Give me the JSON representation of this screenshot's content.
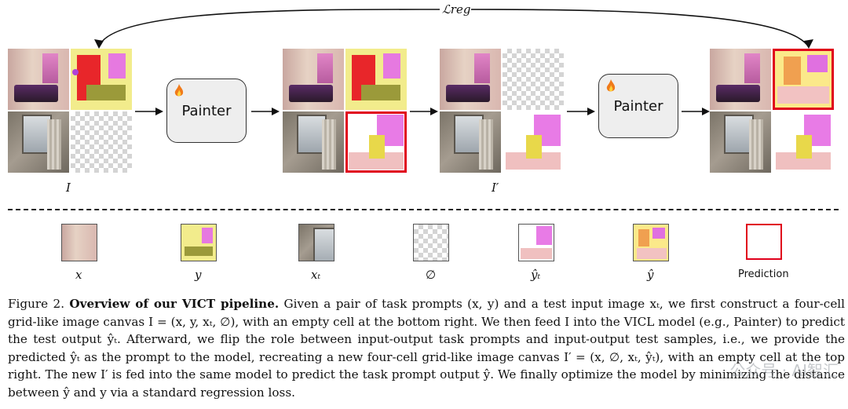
{
  "figure": {
    "top_loss_label": "ℒreg",
    "painter_label_1": "Painter",
    "painter_label_2": "Painter",
    "canvas_label_I": "I",
    "canvas_label_Iprime": "I′",
    "legend": [
      {
        "key": "x",
        "label": "x"
      },
      {
        "key": "y",
        "label": "y"
      },
      {
        "key": "xt",
        "label": "xₜ"
      },
      {
        "key": "empty",
        "label": "∅"
      },
      {
        "key": "yhat_t",
        "label": "ŷₜ"
      },
      {
        "key": "yhat",
        "label": "ŷ"
      },
      {
        "key": "prediction",
        "label": "Prediction"
      }
    ],
    "colors": {
      "prediction_border": "#e0001b",
      "painter_bg": "#eeeeee"
    },
    "icons": [
      "flame-icon",
      "arrow-right-icon",
      "curved-arrow-icon"
    ]
  },
  "caption": {
    "figure_num": "Figure 2.",
    "title": "Overview of our VICT pipeline.",
    "body": "Given a pair of task prompts (x, y) and a test input image xₜ, we first construct a four-cell grid-like image canvas I = (x, y, xₜ, ∅), with an empty cell at the bottom right. We then feed I into the VICL model (e.g., Painter) to predict the test output ŷₜ. Afterward, we flip the role between input-output task prompts and input-output test samples, i.e., we provide the predicted ŷₜ as the prompt to the model, recreating a new four-cell grid-like image canvas I′ = (x, ∅, xₜ, ŷₜ), with an empty cell at the top right. The new I′ is fed into the same model to predict the task prompt output ŷ. We finally optimize the model by minimizing the distance between ŷ and y via a standard regression loss."
  },
  "watermark": "公众号 · AI智汇"
}
